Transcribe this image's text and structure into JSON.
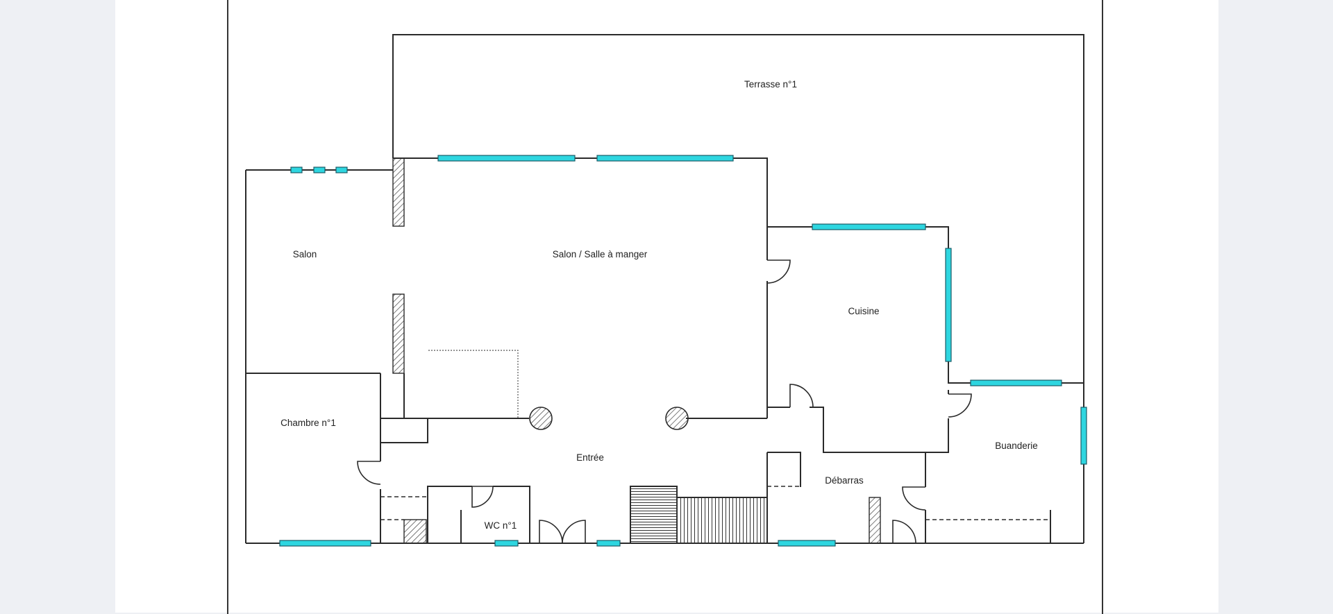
{
  "floor_plan": {
    "rooms": [
      {
        "key": "terrasse",
        "label": "Terrasse n°1"
      },
      {
        "key": "salon",
        "label": "Salon"
      },
      {
        "key": "salon_sam",
        "label": "Salon / Salle à manger"
      },
      {
        "key": "cuisine",
        "label": "Cuisine"
      },
      {
        "key": "chambre",
        "label": "Chambre n°1"
      },
      {
        "key": "entree",
        "label": "Entrée"
      },
      {
        "key": "debarras",
        "label": "Débarras"
      },
      {
        "key": "buanderie",
        "label": "Buanderie"
      },
      {
        "key": "wc",
        "label": "WC n°1"
      }
    ],
    "colors": {
      "wall": "#2a2a2a",
      "window_fill": "#2ed6e0",
      "window_stroke": "#1a5a66",
      "hatch": "#444444",
      "background": "#eef0f4",
      "page": "#ffffff"
    }
  }
}
